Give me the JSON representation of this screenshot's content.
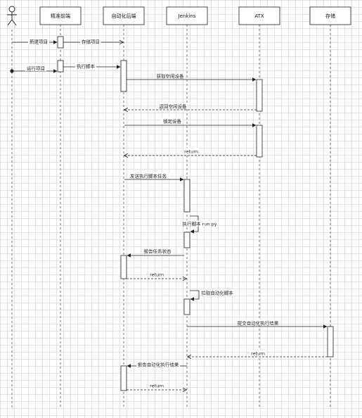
{
  "participants": [
    {
      "id": "actor",
      "label": ""
    },
    {
      "id": "frontend",
      "label": "精准前端"
    },
    {
      "id": "backend",
      "label": "自动化后端"
    },
    {
      "id": "jenkins",
      "label": "Jenkins"
    },
    {
      "id": "atx",
      "label": "ATX"
    },
    {
      "id": "storage",
      "label": "存储"
    }
  ],
  "messages": [
    {
      "label": "新建项目"
    },
    {
      "label": "存储项目"
    },
    {
      "label": "运行项目"
    },
    {
      "label": "执行脚本"
    },
    {
      "label": "获取空闲设备"
    },
    {
      "label": "返回空闲设备"
    },
    {
      "label": "锁定设备"
    },
    {
      "label": "return"
    },
    {
      "label": "发送执行脚本任务"
    },
    {
      "label": "执行脚本 run.py"
    },
    {
      "label": "报告任务状态"
    },
    {
      "label": "return"
    },
    {
      "label": "拉取自动化脚本"
    },
    {
      "label": "提交自动化执行结果"
    },
    {
      "label": "return"
    },
    {
      "label": "报告自动化执行结果"
    },
    {
      "label": "return"
    }
  ]
}
